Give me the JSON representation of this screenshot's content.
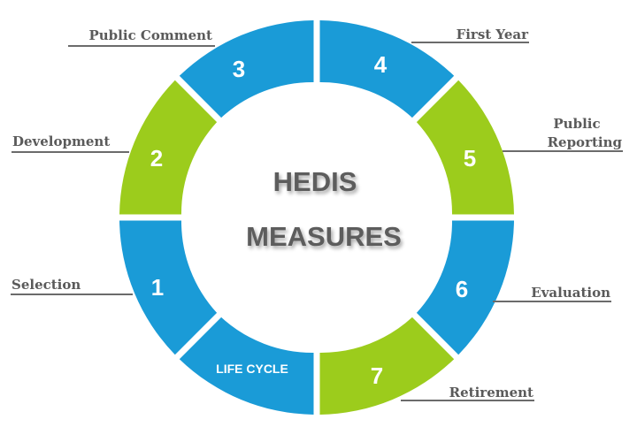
{
  "title": {
    "line1": "HEDIS",
    "line2": "MEASURES"
  },
  "colors": {
    "blue": "#1a9bd7",
    "green": "#9ccc1c",
    "label_text": "#5a5a5a",
    "title_text": "#5d5d5d",
    "leader_line": "#6b6b6b"
  },
  "segments": [
    {
      "id": "life-cycle",
      "label": "LIFE CYCLE",
      "color": "blue"
    },
    {
      "id": "stage-1",
      "number": "1",
      "name": "Selection",
      "color": "blue"
    },
    {
      "id": "stage-2",
      "number": "2",
      "name": "Development",
      "color": "green"
    },
    {
      "id": "stage-3",
      "number": "3",
      "name": "Public Comment",
      "color": "blue"
    },
    {
      "id": "stage-4",
      "number": "4",
      "name": "First Year",
      "color": "blue"
    },
    {
      "id": "stage-5",
      "number": "5",
      "name_line1": "Public",
      "name_line2": "Reporting",
      "color": "green"
    },
    {
      "id": "stage-6",
      "number": "6",
      "name": "Evaluation",
      "color": "blue"
    },
    {
      "id": "stage-7",
      "number": "7",
      "name": "Retirement",
      "color": "green"
    }
  ]
}
